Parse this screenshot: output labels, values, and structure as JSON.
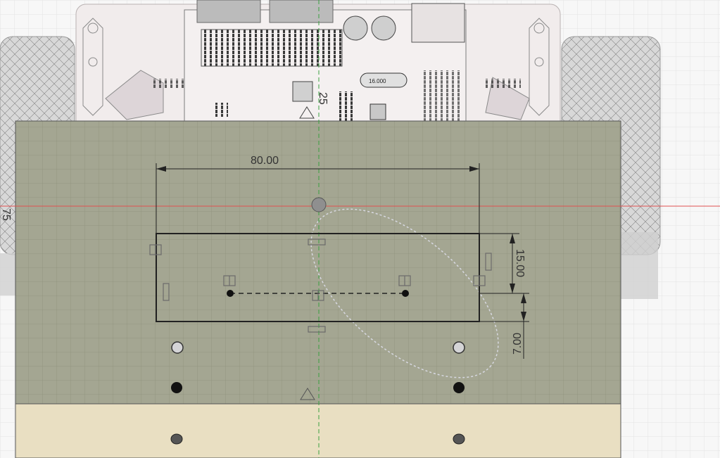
{
  "viewport": {
    "name": "sketch-canvas",
    "background": "#f7f7f7",
    "grid_color": "#dcdcdc",
    "sketch_plane_color": "#a3a590",
    "base_plate_color": "#e9dfc2",
    "x_axis_color": "#e05050",
    "y_axis_color": "#3aa040"
  },
  "dimensions": {
    "width": "80.00",
    "height": "15.00",
    "offset": "7.00",
    "left_edge_partial": "75",
    "pcb_label": "25"
  },
  "pcb": {
    "crystal_label": "16.000"
  }
}
